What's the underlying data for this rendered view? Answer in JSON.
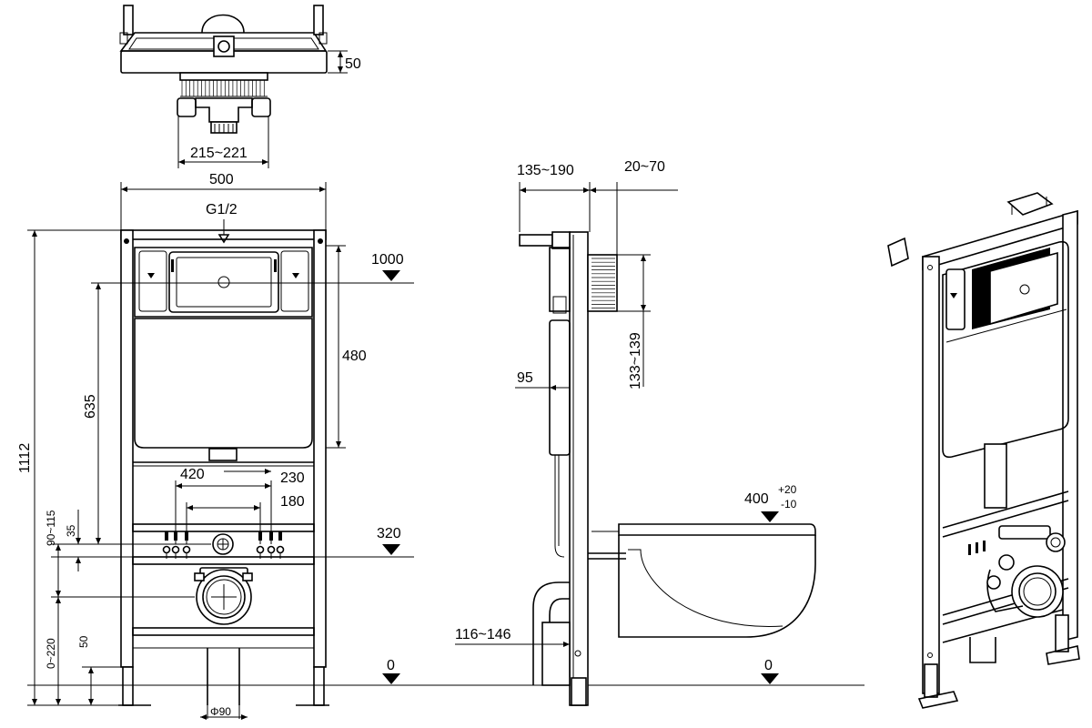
{
  "top_view": {
    "depth_dim": "50",
    "leg_span_dim": "215~221"
  },
  "front_view": {
    "width_dim": "500",
    "inlet_label": "G1/2",
    "height_total_dim": "1112",
    "cistern_height_dim": "480",
    "flush_plate_dim": "635",
    "bolt_outer_dim": "420",
    "bolt_mid_dim": "230",
    "bolt_inner_dim": "180",
    "bolt_offset_dim": "35",
    "bolt_height_range_dim": "90~115",
    "drain_height_range_dim": "0~220",
    "foot_dim": "50",
    "pipe_diameter_dim": "Φ90",
    "level_top": "1000",
    "level_mid": "320",
    "level_zero": "0"
  },
  "side_view": {
    "depth_top_dim": "135~190",
    "flush_depth_dim": "20~70",
    "button_height_dim": "133~139",
    "cistern_depth_dim": "95",
    "pipe_depth_dim": "116~146",
    "bowl_height_dim": "400",
    "bowl_tol_plus": "+20",
    "bowl_tol_minus": "-10",
    "level_zero": "0"
  }
}
